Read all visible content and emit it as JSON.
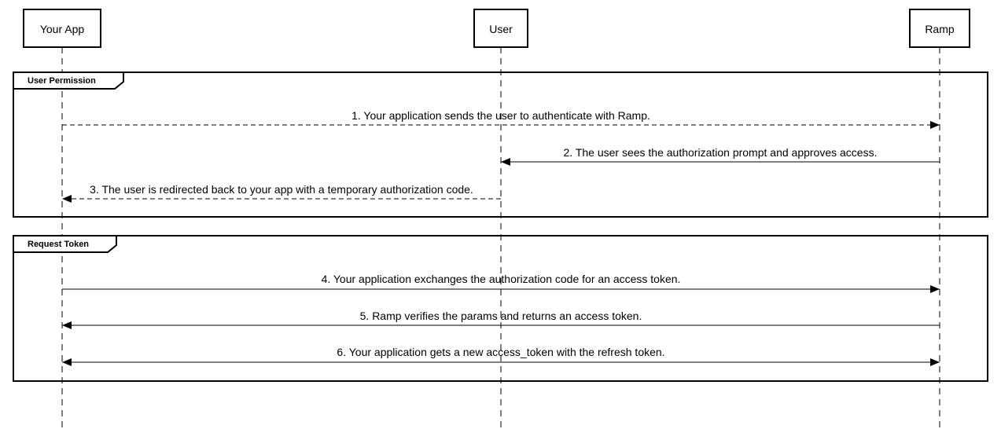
{
  "participants": [
    {
      "name": "Your App"
    },
    {
      "name": "User"
    },
    {
      "name": "Ramp"
    }
  ],
  "frames": [
    {
      "label": "User Permission"
    },
    {
      "label": "Request Token"
    }
  ],
  "messages": [
    {
      "text": "1. Your application sends the user to authenticate with Ramp.",
      "from": "Your App",
      "to": "Ramp",
      "style": "dashed",
      "direction": "to"
    },
    {
      "text": "2. The user sees the authorization prompt and approves access.",
      "from": "Ramp",
      "to": "User",
      "style": "solid",
      "direction": "to"
    },
    {
      "text": "3. The user is redirected back to your app with a temporary authorization code.",
      "from": "User",
      "to": "Your App",
      "style": "dashed",
      "direction": "to"
    },
    {
      "text": "4. Your application exchanges the authorization code for an access token.",
      "from": "Your App",
      "to": "Ramp",
      "style": "solid",
      "direction": "to"
    },
    {
      "text": "5. Ramp verifies the params and returns an access token.",
      "from": "Ramp",
      "to": "Your App",
      "style": "solid",
      "direction": "to"
    },
    {
      "text": "6. Your application gets a new access_token with the refresh token.",
      "from": "Your App",
      "to": "Ramp",
      "style": "solid",
      "direction": "both"
    }
  ]
}
